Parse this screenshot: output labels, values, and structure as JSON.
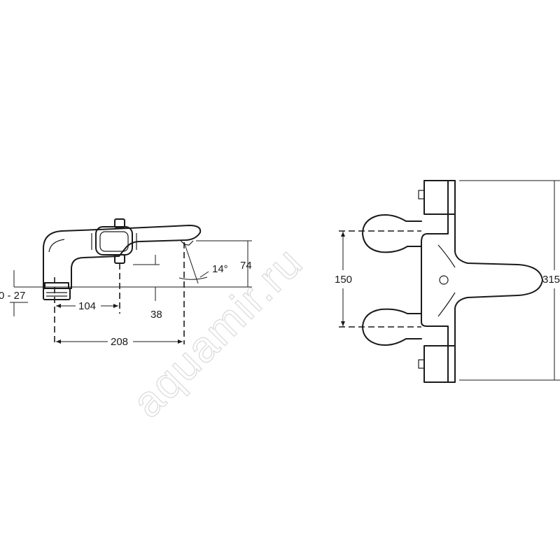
{
  "watermark": "aquamir.ru",
  "side_view": {
    "dims": {
      "deck_range": "0 - 27",
      "spout_height": "74",
      "angle": "14°",
      "clearance": "38",
      "center_offset": "104",
      "reach": "208"
    }
  },
  "front_view": {
    "dims": {
      "center_distance": "150",
      "overall_length": "315"
    }
  }
}
